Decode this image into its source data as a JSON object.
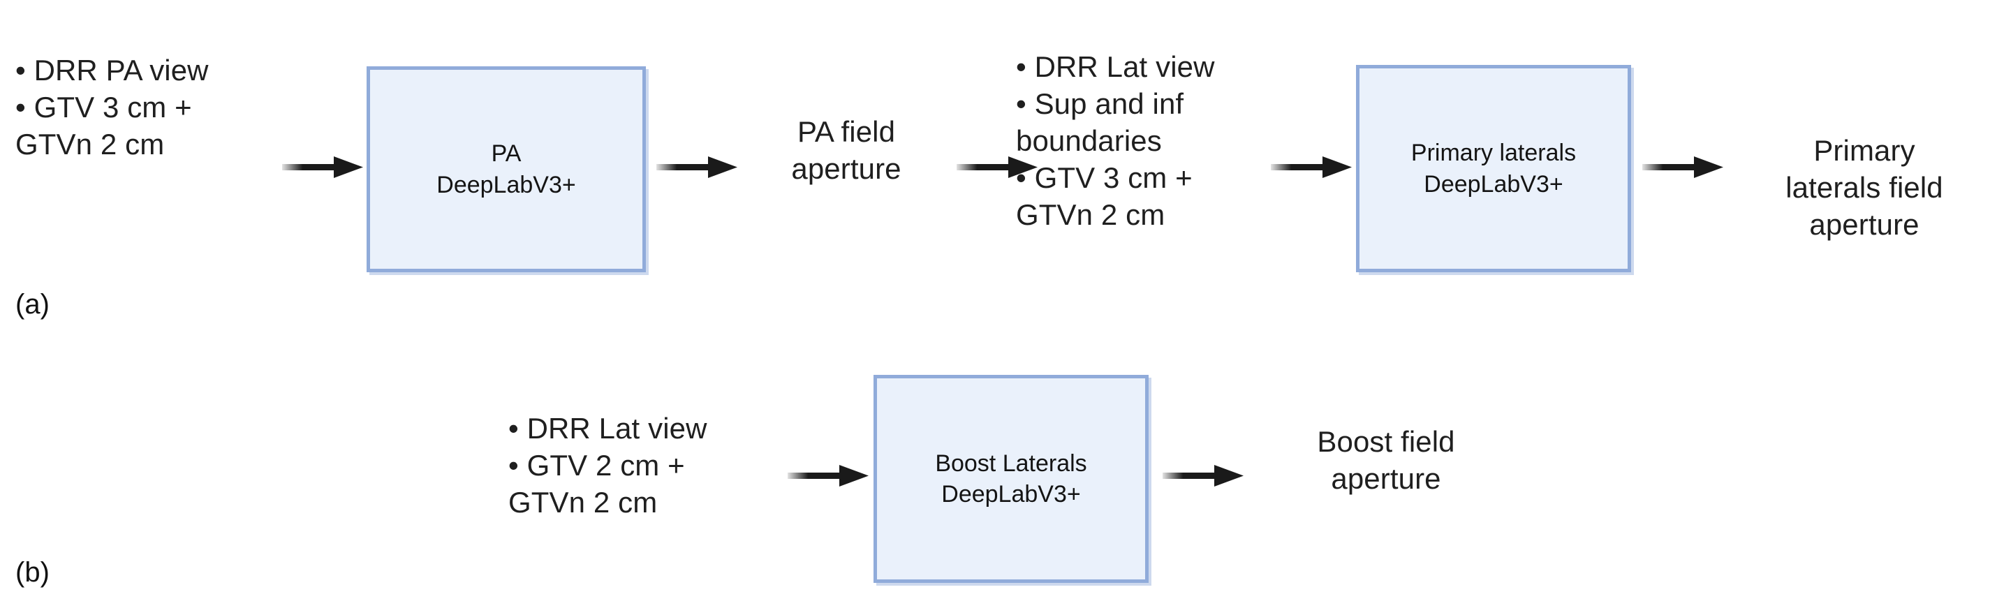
{
  "figure": {
    "background_color": "#ffffff",
    "box_fill_color": "#eaf1fb",
    "box_border_color": "#90abda",
    "text_color": "#1f1f1f",
    "arrow_color": "#1a1a1a"
  },
  "panels": [
    {
      "id": "a",
      "label": "(a)",
      "nodes": {
        "input_pa": "• DRR PA view\n• GTV 3 cm +\nGTVn 2 cm",
        "model_pa": "PA\nDeepLabV3+",
        "output_pa": "PA field\naperture",
        "input_lat": "• DRR Lat view\n• Sup and inf\nboundaries\n• GTV 3 cm +\nGTVn 2 cm",
        "model_lat": "Primary laterals\nDeepLabV3+",
        "output_lat": "Primary\nlaterals field\naperture"
      }
    },
    {
      "id": "b",
      "label": "(b)",
      "nodes": {
        "input_boost": "• DRR Lat view\n• GTV 2 cm +\nGTVn 2 cm",
        "model_boost": "Boost Laterals\nDeepLabV3+",
        "output_boost": "Boost field\naperture"
      }
    }
  ],
  "arrows": {
    "count": 7,
    "glyph": "arrow-right-icon",
    "direction": "right"
  }
}
